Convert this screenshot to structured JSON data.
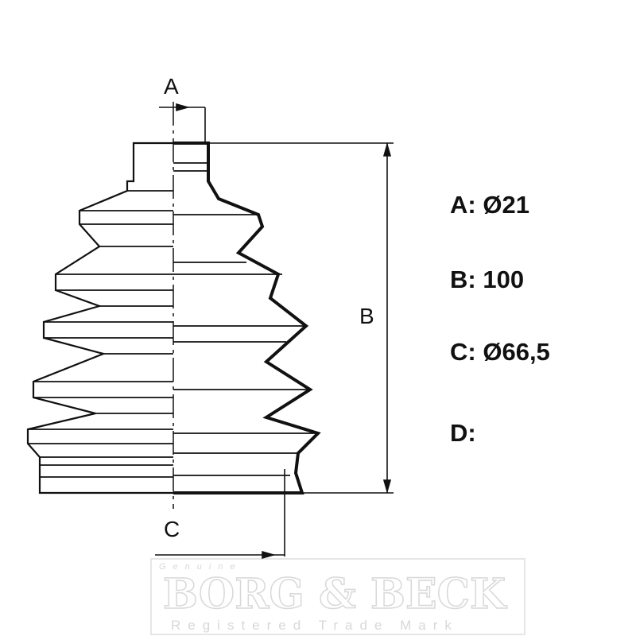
{
  "diagram": {
    "dimension_labels": {
      "a": "A",
      "b": "B",
      "c": "C"
    },
    "specs": [
      {
        "key": "A:",
        "value": "Ø21"
      },
      {
        "key": "B:",
        "value": "100"
      },
      {
        "key": "C:",
        "value": "Ø66,5"
      },
      {
        "key": "D:",
        "value": ""
      }
    ],
    "watermark": {
      "brand": "BORG & BECK",
      "tagline": "Registered Trade Mark",
      "prefix": "Genuine"
    },
    "line_color": "#111111"
  }
}
